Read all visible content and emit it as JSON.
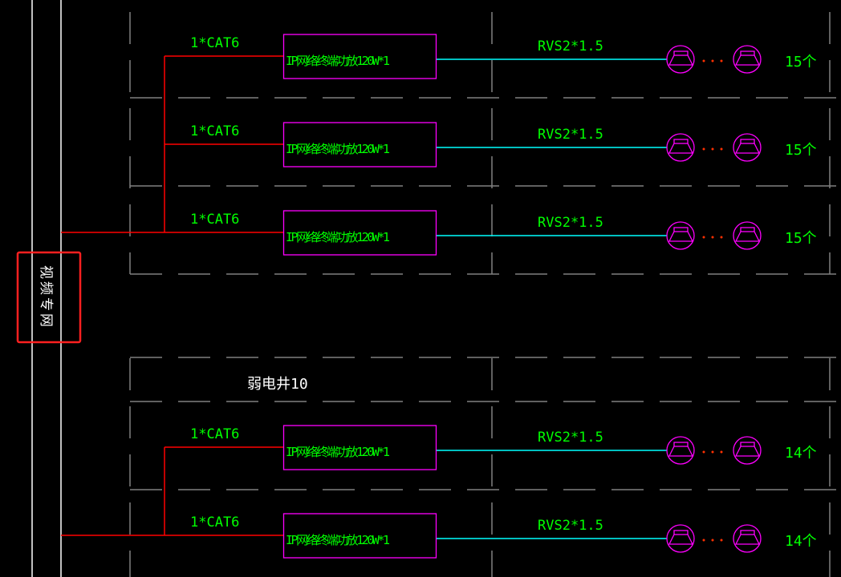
{
  "riser_label": "视频专网",
  "shaft_label": "弱电井10",
  "colors": {
    "feed": "#ff0000",
    "box": "#ff00ff",
    "speaker_cable": "#00ffff",
    "text": "#00ff00",
    "grid": "#808080"
  },
  "rows": [
    {
      "cable": "1*CAT6",
      "amp": "IP网络终端功放120W*1",
      "speaker_cable": "RVS2*1.5",
      "count": "15个"
    },
    {
      "cable": "1*CAT6",
      "amp": "IP网络终端功放120W*1",
      "speaker_cable": "RVS2*1.5",
      "count": "15个"
    },
    {
      "cable": "1*CAT6",
      "amp": "IP网络终端功放120W*1",
      "speaker_cable": "RVS2*1.5",
      "count": "15个"
    },
    {
      "cable": "1*CAT6",
      "amp": "IP网络终端功放120W*1",
      "speaker_cable": "RVS2*1.5",
      "count": "14个"
    },
    {
      "cable": "1*CAT6",
      "amp": "IP网络终端功放120W*1",
      "speaker_cable": "RVS2*1.5",
      "count": "14个"
    }
  ]
}
